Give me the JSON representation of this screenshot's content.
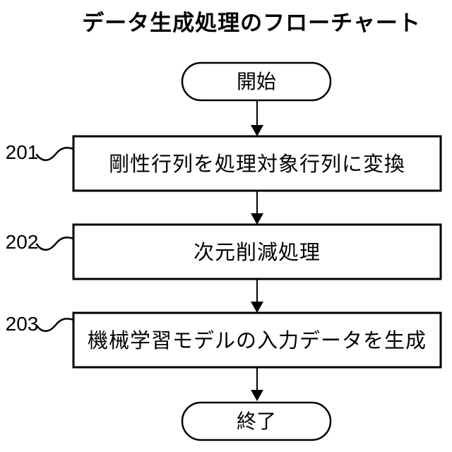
{
  "figure": {
    "title": "データ生成処理のフローチャート",
    "terminals": {
      "start": "開始",
      "end": "終了"
    },
    "steps": [
      {
        "ref": "201",
        "text": "剛性行列を処理対象行列に変換"
      },
      {
        "ref": "202",
        "text": "次元削減処理"
      },
      {
        "ref": "203",
        "text": "機械学習モデルの入力データを生成"
      }
    ],
    "flow_order": [
      "start",
      "201",
      "202",
      "203",
      "end"
    ],
    "colors": {
      "ink": "#000000",
      "paper": "#ffffff"
    }
  }
}
